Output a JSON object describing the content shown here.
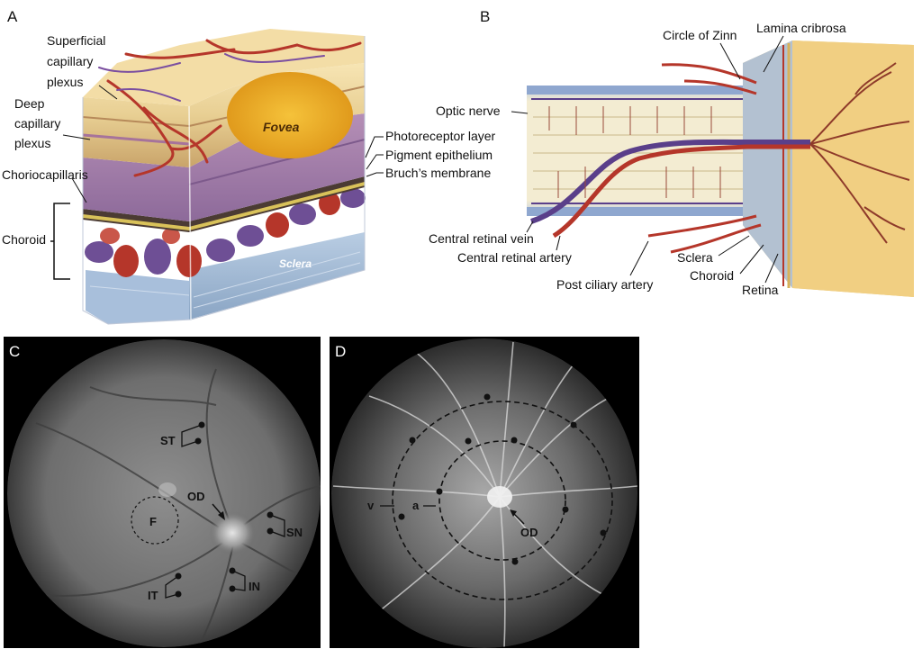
{
  "panels": {
    "a": "A",
    "b": "B",
    "c": "C",
    "d": "D"
  },
  "panel_a": {
    "superficial": [
      "Superficial",
      "capillary",
      "plexus"
    ],
    "deep": [
      "Deep",
      "capillary",
      "plexus"
    ],
    "choriocapillaris": "Choriocapillaris",
    "choroid": "Choroid",
    "fovea": "Fovea",
    "sclera": "Sclera",
    "photoreceptor": "Photoreceptor layer",
    "pigment": "Pigment epithelium",
    "bruch": "Bruch’s membrane"
  },
  "panel_b": {
    "circle_zinn": "Circle of Zinn",
    "lamina": "Lamina cribrosa",
    "optic_nerve": "Optic nerve",
    "crv": "Central retinal vein",
    "cra": "Central retinal artery",
    "pca": "Post ciliary artery",
    "sclera": "Sclera",
    "choroid": "Choroid",
    "retina": "Retina"
  },
  "panel_c": {
    "st": "ST",
    "od": "OD",
    "f": "F",
    "sn": "SN",
    "it": "IT",
    "in": "IN"
  },
  "panel_d": {
    "v": "v",
    "a": "a",
    "od": "OD"
  },
  "colors": {
    "artery": "#b5362a",
    "vein": "#5a3f8a",
    "retina": "#f2d58a",
    "sclera": "#9fb9d6",
    "fundus": "#7a7a7a"
  }
}
